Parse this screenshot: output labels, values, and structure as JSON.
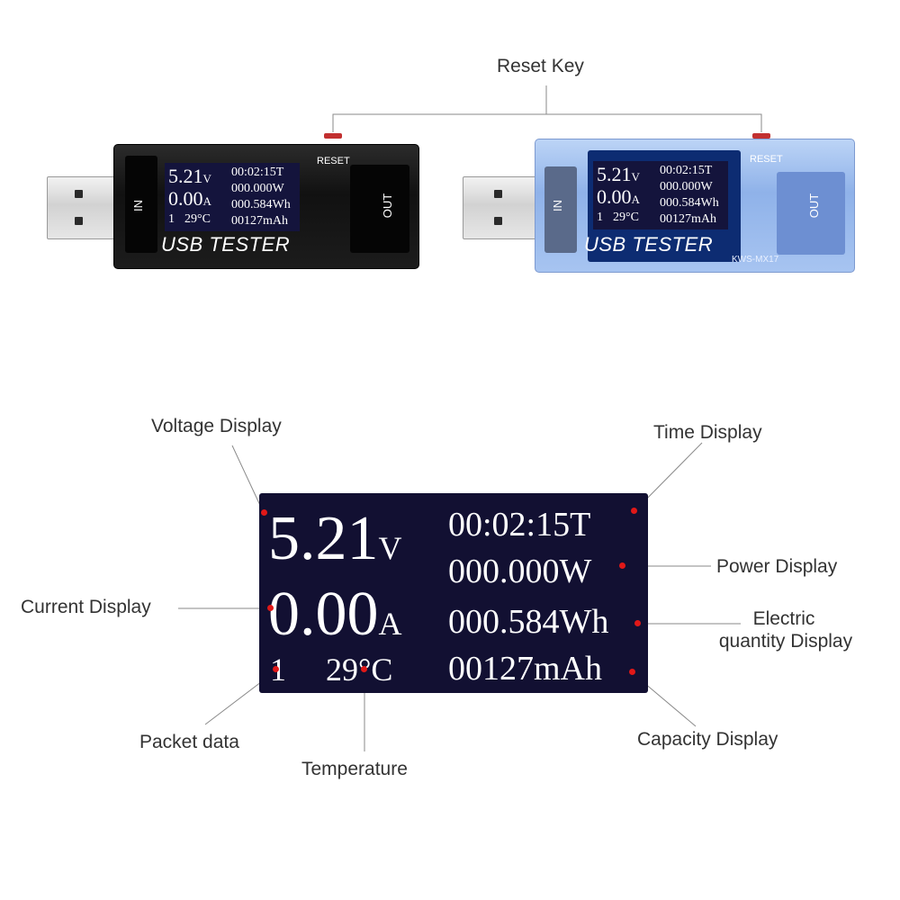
{
  "reset_key_label": "Reset Key",
  "device": {
    "reset_label": "RESET",
    "in_label": "IN",
    "out_label": "OUT",
    "brand": "USB TESTER",
    "model": "KWS-MX17"
  },
  "display": {
    "voltage": "5.21",
    "voltage_unit": "V",
    "current": "0.00",
    "current_unit": "A",
    "packet": "1",
    "temperature": "29",
    "temperature_unit": "°C",
    "time": "00:02:15T",
    "power": "000.000W",
    "energy": "000.584Wh",
    "capacity": "00127mAh"
  },
  "callouts": {
    "voltage": "Voltage Display",
    "time": "Time Display",
    "power": "Power Display",
    "current": "Current Display",
    "electric_line1": "Electric",
    "electric_line2": "quantity Display",
    "packet": "Packet data",
    "temperature": "Temperature",
    "capacity": "Capacity Display"
  },
  "colors": {
    "callout_dot": "#e01818",
    "screen_bg": "#121032",
    "blue_case": "#a7c4f1"
  }
}
